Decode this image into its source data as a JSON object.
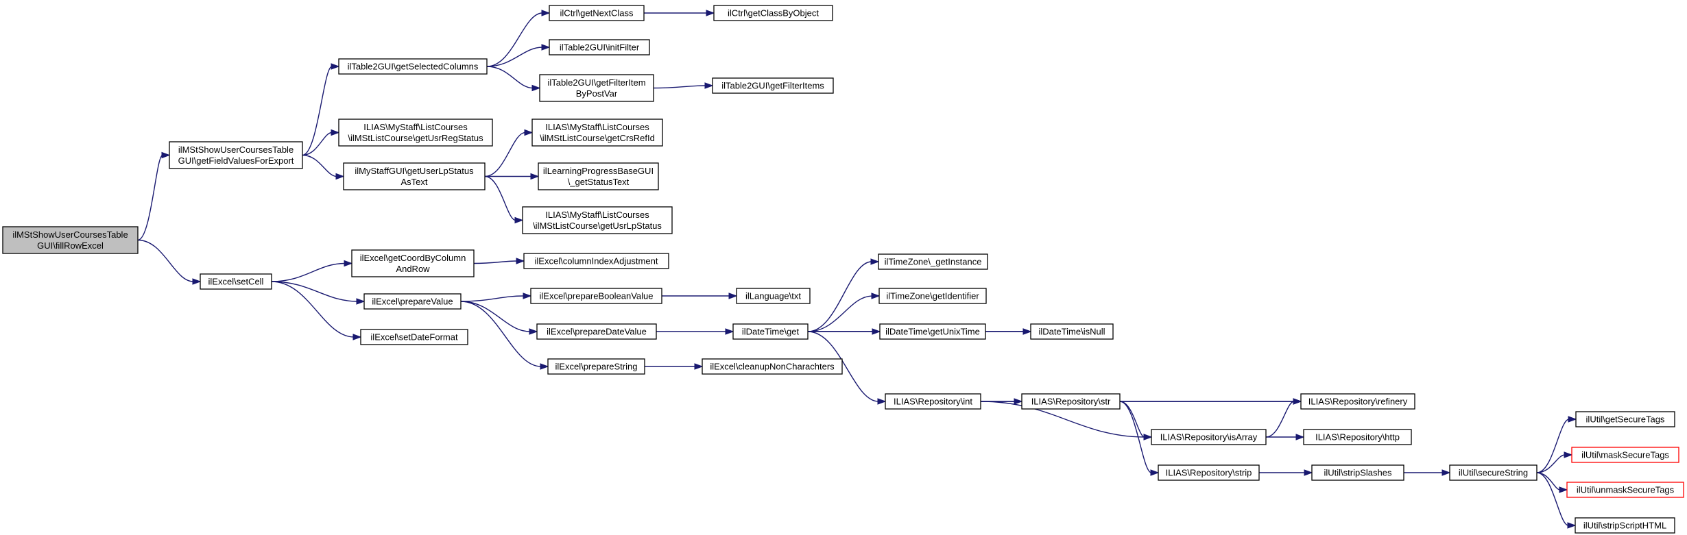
{
  "nodes": [
    {
      "id": "root",
      "lines": [
        "ilMStShowUserCoursesTable",
        "GUI\\fillRowExcel"
      ],
      "style": "root"
    },
    {
      "id": "getFieldValuesForExport",
      "lines": [
        "ilMStShowUserCoursesTable",
        "GUI\\getFieldValuesForExport"
      ]
    },
    {
      "id": "setCell",
      "lines": [
        "ilExcel\\setCell"
      ]
    },
    {
      "id": "getSelectedColumns",
      "lines": [
        "ilTable2GUI\\getSelectedColumns"
      ]
    },
    {
      "id": "getUsrRegStatus",
      "lines": [
        "ILIAS\\MyStaff\\ListCourses",
        "\\ilMStListCourse\\getUsrRegStatus"
      ]
    },
    {
      "id": "getUserLpStatusAsText",
      "lines": [
        "ilMyStaffGUI\\getUserLpStatus",
        "AsText"
      ]
    },
    {
      "id": "getNextClass",
      "lines": [
        "ilCtrl\\getNextClass"
      ]
    },
    {
      "id": "getClassByObject",
      "lines": [
        "ilCtrl\\getClassByObject"
      ]
    },
    {
      "id": "initFilter",
      "lines": [
        "ilTable2GUI\\initFilter"
      ]
    },
    {
      "id": "getFilterItemByPostVar",
      "lines": [
        "ilTable2GUI\\getFilterItem",
        "ByPostVar"
      ]
    },
    {
      "id": "getFilterItems",
      "lines": [
        "ilTable2GUI\\getFilterItems"
      ]
    },
    {
      "id": "getCrsRefId",
      "lines": [
        "ILIAS\\MyStaff\\ListCourses",
        "\\ilMStListCourse\\getCrsRefId"
      ]
    },
    {
      "id": "getStatusText",
      "lines": [
        "ilLearningProgressBaseGUI",
        "\\_getStatusText"
      ]
    },
    {
      "id": "getUsrLpStatus",
      "lines": [
        "ILIAS\\MyStaff\\ListCourses",
        "\\ilMStListCourse\\getUsrLpStatus"
      ]
    },
    {
      "id": "getCoordByColumnAndRow",
      "lines": [
        "ilExcel\\getCoordByColumn",
        "AndRow"
      ]
    },
    {
      "id": "prepareValue",
      "lines": [
        "ilExcel\\prepareValue"
      ]
    },
    {
      "id": "setDateFormat",
      "lines": [
        "ilExcel\\setDateFormat"
      ]
    },
    {
      "id": "columnIndexAdjustment",
      "lines": [
        "ilExcel\\columnIndexAdjustment"
      ]
    },
    {
      "id": "prepareBooleanValue",
      "lines": [
        "ilExcel\\prepareBooleanValue"
      ]
    },
    {
      "id": "prepareDateValue",
      "lines": [
        "ilExcel\\prepareDateValue"
      ]
    },
    {
      "id": "prepareString",
      "lines": [
        "ilExcel\\prepareString"
      ]
    },
    {
      "id": "languageTxt",
      "lines": [
        "ilLanguage\\txt"
      ]
    },
    {
      "id": "dateTimeGet",
      "lines": [
        "ilDateTime\\get"
      ]
    },
    {
      "id": "cleanupNonCharachters",
      "lines": [
        "ilExcel\\cleanupNonCharachters"
      ]
    },
    {
      "id": "timeZoneGetInstance",
      "lines": [
        "ilTimeZone\\_getInstance"
      ]
    },
    {
      "id": "timeZoneGetIdentifier",
      "lines": [
        "ilTimeZone\\getIdentifier"
      ]
    },
    {
      "id": "getUnixTime",
      "lines": [
        "ilDateTime\\getUnixTime"
      ]
    },
    {
      "id": "isNull",
      "lines": [
        "ilDateTime\\isNull"
      ]
    },
    {
      "id": "repoInt",
      "lines": [
        "ILIAS\\Repository\\int"
      ]
    },
    {
      "id": "repoStr",
      "lines": [
        "ILIAS\\Repository\\str"
      ]
    },
    {
      "id": "repoRefinery",
      "lines": [
        "ILIAS\\Repository\\refinery"
      ]
    },
    {
      "id": "repoIsArray",
      "lines": [
        "ILIAS\\Repository\\isArray"
      ]
    },
    {
      "id": "repoHttp",
      "lines": [
        "ILIAS\\Repository\\http"
      ]
    },
    {
      "id": "repoStrip",
      "lines": [
        "ILIAS\\Repository\\strip"
      ]
    },
    {
      "id": "stripSlashes",
      "lines": [
        "ilUtil\\stripSlashes"
      ]
    },
    {
      "id": "secureString",
      "lines": [
        "ilUtil\\secureString"
      ]
    },
    {
      "id": "getSecureTags",
      "lines": [
        "ilUtil\\getSecureTags"
      ]
    },
    {
      "id": "maskSecureTags",
      "lines": [
        "ilUtil\\maskSecureTags"
      ],
      "style": "red"
    },
    {
      "id": "unmaskSecureTags",
      "lines": [
        "ilUtil\\unmaskSecureTags"
      ],
      "style": "red"
    },
    {
      "id": "stripScriptHTML",
      "lines": [
        "ilUtil\\stripScriptHTML"
      ]
    }
  ],
  "edges": [
    [
      "root",
      "getFieldValuesForExport"
    ],
    [
      "root",
      "setCell"
    ],
    [
      "getFieldValuesForExport",
      "getSelectedColumns"
    ],
    [
      "getFieldValuesForExport",
      "getUsrRegStatus"
    ],
    [
      "getFieldValuesForExport",
      "getUserLpStatusAsText"
    ],
    [
      "getSelectedColumns",
      "getNextClass"
    ],
    [
      "getSelectedColumns",
      "initFilter"
    ],
    [
      "getSelectedColumns",
      "getFilterItemByPostVar"
    ],
    [
      "getNextClass",
      "getClassByObject"
    ],
    [
      "getFilterItemByPostVar",
      "getFilterItems"
    ],
    [
      "getUserLpStatusAsText",
      "getCrsRefId"
    ],
    [
      "getUserLpStatusAsText",
      "getStatusText"
    ],
    [
      "getUserLpStatusAsText",
      "getUsrLpStatus"
    ],
    [
      "setCell",
      "getCoordByColumnAndRow"
    ],
    [
      "setCell",
      "prepareValue"
    ],
    [
      "setCell",
      "setDateFormat"
    ],
    [
      "getCoordByColumnAndRow",
      "columnIndexAdjustment"
    ],
    [
      "prepareValue",
      "prepareBooleanValue"
    ],
    [
      "prepareValue",
      "prepareDateValue"
    ],
    [
      "prepareValue",
      "prepareString"
    ],
    [
      "prepareBooleanValue",
      "languageTxt"
    ],
    [
      "prepareDateValue",
      "dateTimeGet"
    ],
    [
      "prepareString",
      "cleanupNonCharachters"
    ],
    [
      "dateTimeGet",
      "timeZoneGetInstance"
    ],
    [
      "dateTimeGet",
      "timeZoneGetIdentifier"
    ],
    [
      "dateTimeGet",
      "getUnixTime"
    ],
    [
      "dateTimeGet",
      "isNull"
    ],
    [
      "dateTimeGet",
      "repoInt"
    ],
    [
      "getUnixTime",
      "isNull"
    ],
    [
      "repoInt",
      "repoStr"
    ],
    [
      "repoInt",
      "repoRefinery"
    ],
    [
      "repoInt",
      "repoIsArray"
    ],
    [
      "repoStr",
      "repoRefinery"
    ],
    [
      "repoStr",
      "repoIsArray"
    ],
    [
      "repoStr",
      "repoStrip"
    ],
    [
      "repoIsArray",
      "repoRefinery"
    ],
    [
      "repoIsArray",
      "repoHttp"
    ],
    [
      "repoStrip",
      "stripSlashes"
    ],
    [
      "stripSlashes",
      "secureString"
    ],
    [
      "secureString",
      "getSecureTags"
    ],
    [
      "secureString",
      "maskSecureTags"
    ],
    [
      "secureString",
      "unmaskSecureTags"
    ],
    [
      "secureString",
      "stripScriptHTML"
    ]
  ]
}
